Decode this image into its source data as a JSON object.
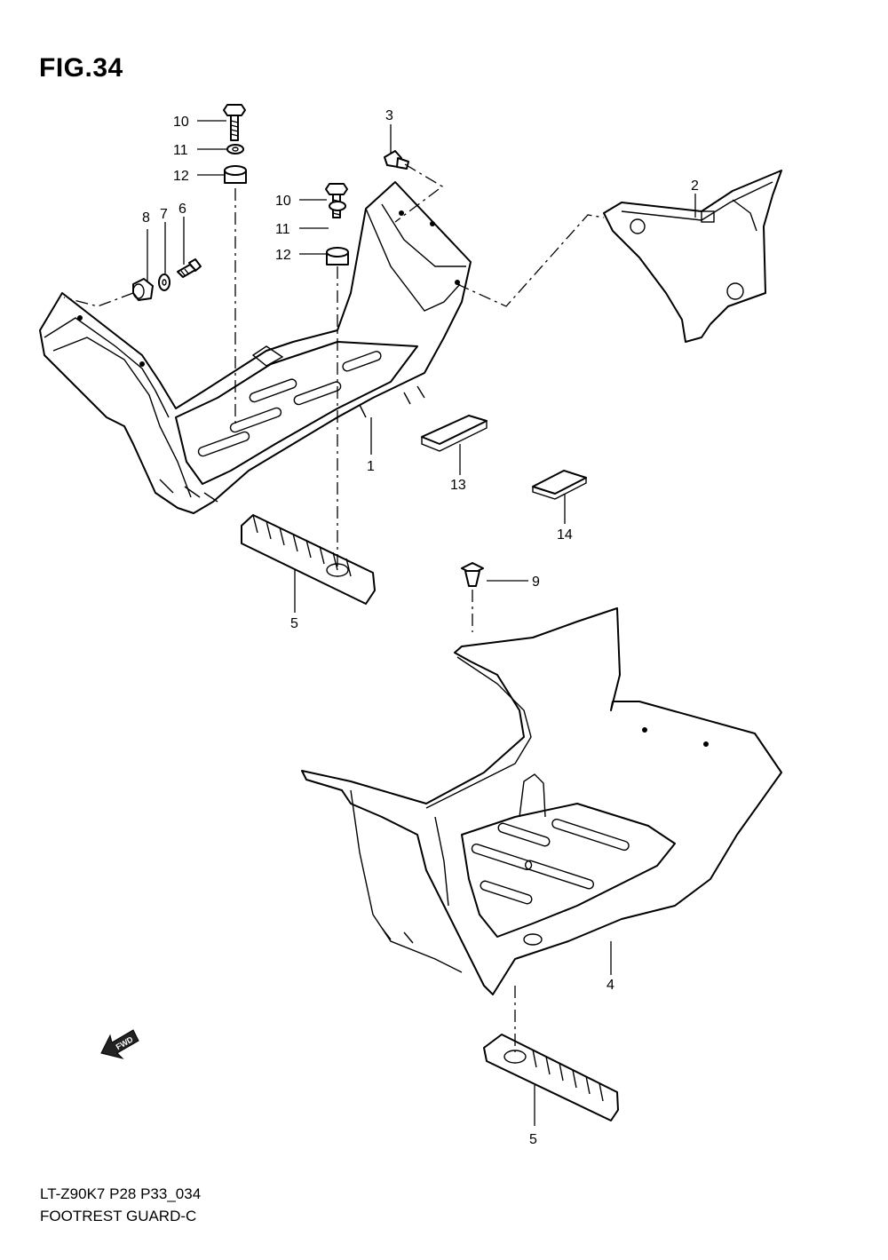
{
  "figure": {
    "title": "FIG.34",
    "model_code": "LT-Z90K7 P28 P33_034",
    "name": "FOOTREST GUARD-C"
  },
  "callouts": {
    "c1": "1",
    "c2": "2",
    "c3": "3",
    "c4": "4",
    "c5a": "5",
    "c5b": "5",
    "c6": "6",
    "c7": "7",
    "c8": "8",
    "c9": "9",
    "c10a": "10",
    "c10b": "10",
    "c11a": "11",
    "c11b": "11",
    "c12a": "12",
    "c12b": "12",
    "c13": "13",
    "c14": "14"
  },
  "fwd_arrow": {
    "label": "FWD",
    "icon": "fwd-arrow-icon"
  }
}
